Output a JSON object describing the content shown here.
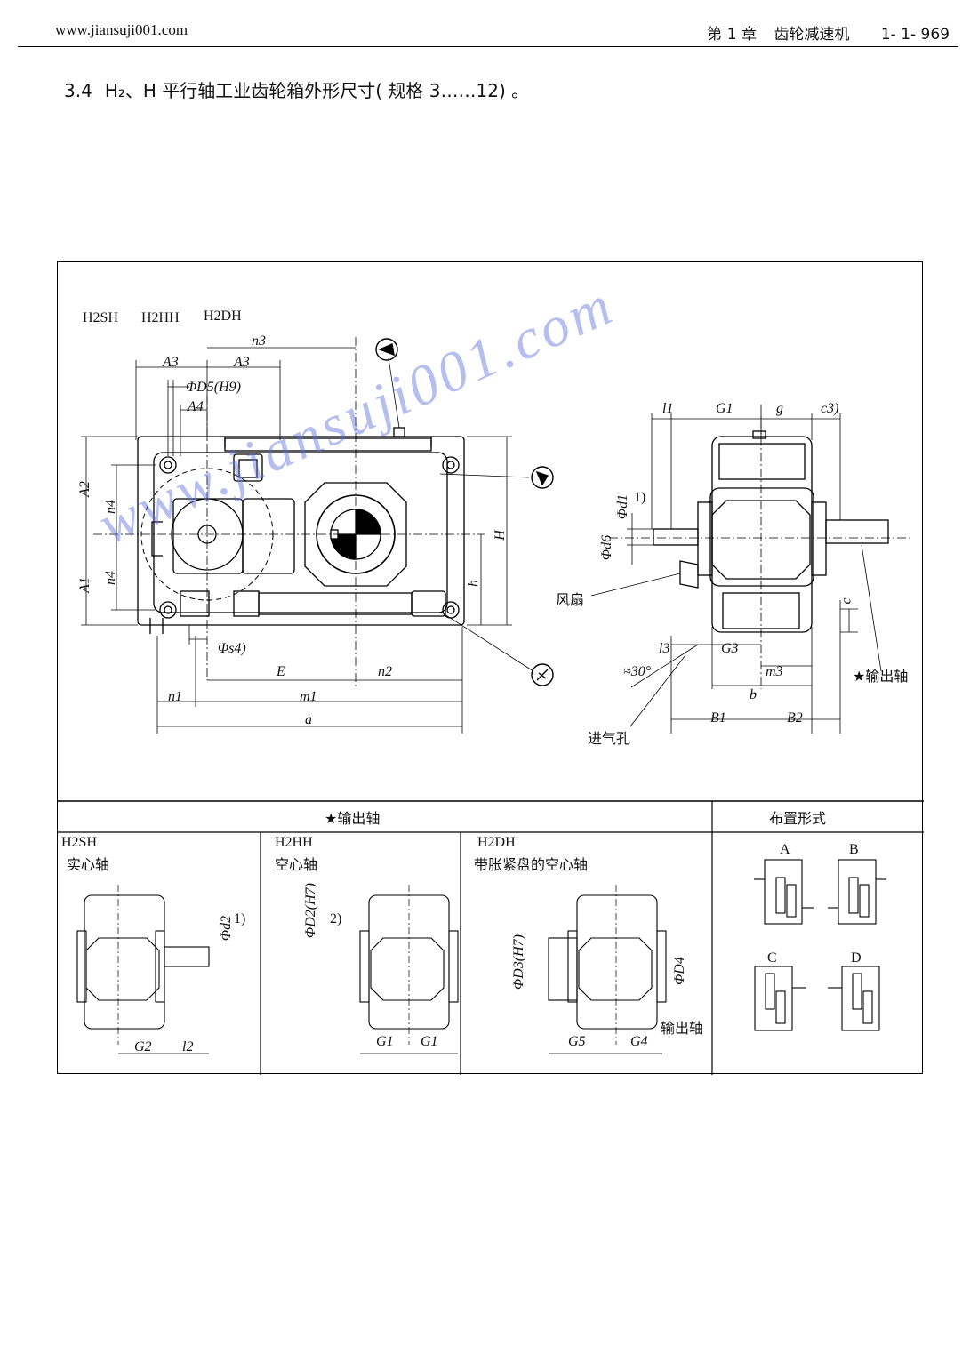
{
  "header": {
    "website": "www.jiansuji001.com",
    "chapter": "第 1 章",
    "chapter_title": "齿轮减速机",
    "page": "1- 1- 969"
  },
  "section": {
    "number": "3.4",
    "title": "H₂、H 平行轴工业齿轮箱外形尺寸( 规格 3……12) 。"
  },
  "figure": {
    "models": [
      "H2SH",
      "H2HH",
      "H2DH"
    ],
    "main_labels": {
      "n3": "n3",
      "A3a": "A3",
      "A3b": "A3",
      "D5": "ΦD5(H9)",
      "A4": "A4",
      "A2": "A2",
      "n4a": "n4",
      "n4b": "n4",
      "A1": "A1",
      "H": "H",
      "h": "h",
      "s": "Φs4)",
      "E": "E",
      "n2": "n2",
      "n1": "n1",
      "m1": "m1",
      "a": "a"
    },
    "side_labels": {
      "l1": "l1",
      "G1": "G1",
      "g": "g",
      "c3": "c3)",
      "d1": "Φd1",
      "note1": "1)",
      "d6": "Φd6",
      "fan": "风扇",
      "l3": "l3",
      "G3": "G3",
      "c": "c",
      "m3": "m3",
      "angle": "≈30°",
      "b": "b",
      "B1": "B1",
      "B2": "B2",
      "air_inlet": "进气孔",
      "output_shaft": "★输出轴"
    },
    "table": {
      "output_header": "★输出轴",
      "layout_header": "布置形式",
      "cols": [
        {
          "model": "H2SH",
          "desc": "实心轴",
          "dim1": "Φd2",
          "note": "1)",
          "g": "G2",
          "l": "l2"
        },
        {
          "model": "H2HH",
          "desc": "空心轴",
          "dim1": "ΦD2(H7)",
          "note": "2)",
          "g": "G1",
          "l": "G1"
        },
        {
          "model": "H2DH",
          "desc": "带胀紧盘的空心轴",
          "dim1": "ΦD3(H7)",
          "dim2": "ΦD4",
          "out": "输出轴",
          "g": "G5",
          "l": "G4"
        }
      ],
      "arrangements": [
        "A",
        "B",
        "C",
        "D"
      ]
    },
    "watermark": "www.jiansuji001.com"
  }
}
